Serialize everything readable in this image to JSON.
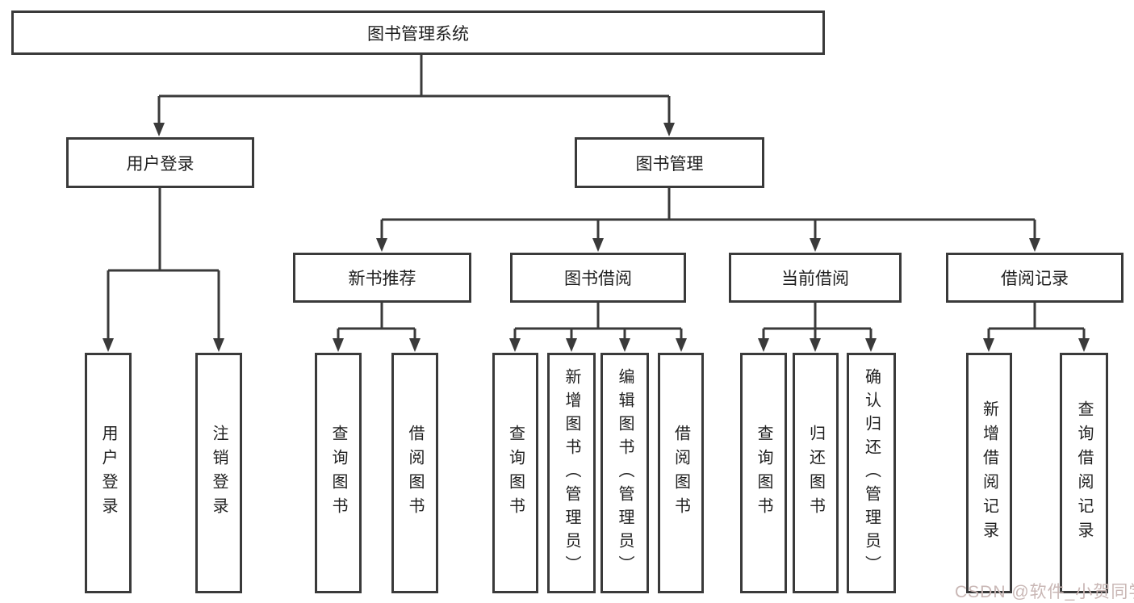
{
  "tree": {
    "label": "图书管理系统",
    "children": [
      {
        "label": "用户登录",
        "children": [
          {
            "label": "用户登录"
          },
          {
            "label": "注销登录"
          }
        ]
      },
      {
        "label": "图书管理",
        "children": [
          {
            "label": "新书推荐",
            "children": [
              {
                "label": "查询图书"
              },
              {
                "label": "借阅图书"
              }
            ]
          },
          {
            "label": "图书借阅",
            "children": [
              {
                "label": "查询图书"
              },
              {
                "label": "新增图书（管理员）"
              },
              {
                "label": "编辑图书（管理员）"
              },
              {
                "label": "借阅图书"
              }
            ]
          },
          {
            "label": "当前借阅",
            "children": [
              {
                "label": "查询图书"
              },
              {
                "label": "归还图书"
              },
              {
                "label": "确认归还（管理员）"
              }
            ]
          },
          {
            "label": "借阅记录",
            "children": [
              {
                "label": "新增借阅记录"
              },
              {
                "label": "查询借阅记录"
              }
            ]
          }
        ]
      }
    ]
  },
  "watermark": "CSDN @软件_小贺同学",
  "colors": {
    "line": "#3a3a3a",
    "text": "#1f1f1f",
    "watermark": "#c9b7b5",
    "box_background": "#ffffff"
  }
}
